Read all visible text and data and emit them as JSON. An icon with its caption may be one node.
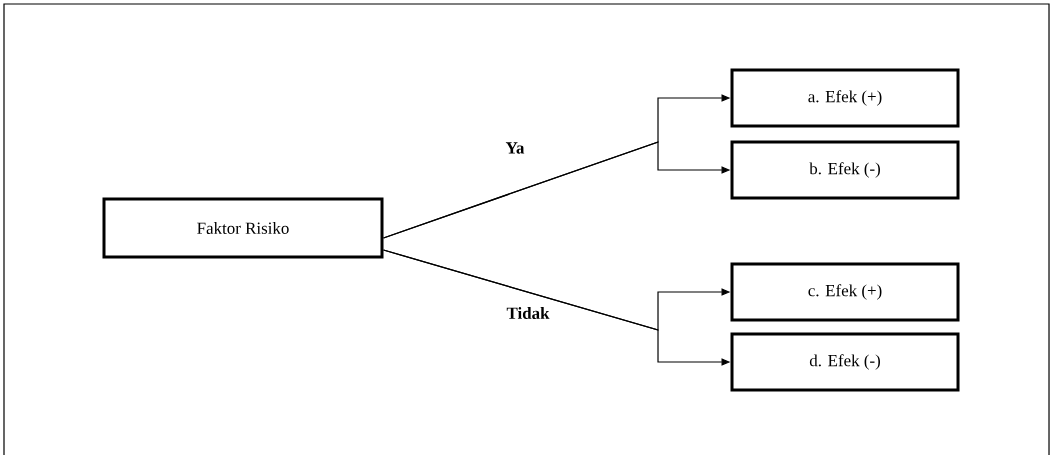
{
  "diagram": {
    "nodes": [
      {
        "text": [
          "Faktor Risiko"
        ]
      },
      {
        "text": [
          "a. Efek (+)"
        ]
      },
      {
        "text": [
          "b. Efek (-)"
        ]
      },
      {
        "text": [
          "c. Efek (+)"
        ]
      },
      {
        "text": [
          "d. Efek (-)"
        ]
      }
    ],
    "edges": [
      {
        "from": 0,
        "to": 1,
        "arrow": "to",
        "label": "Ya"
      },
      {
        "from": 0,
        "to": 2,
        "arrow": "to"
      },
      {
        "from": 0,
        "to": 3,
        "arrow": "to",
        "label": "Tidak"
      },
      {
        "from": 0,
        "to": 4,
        "arrow": "to"
      }
    ]
  }
}
